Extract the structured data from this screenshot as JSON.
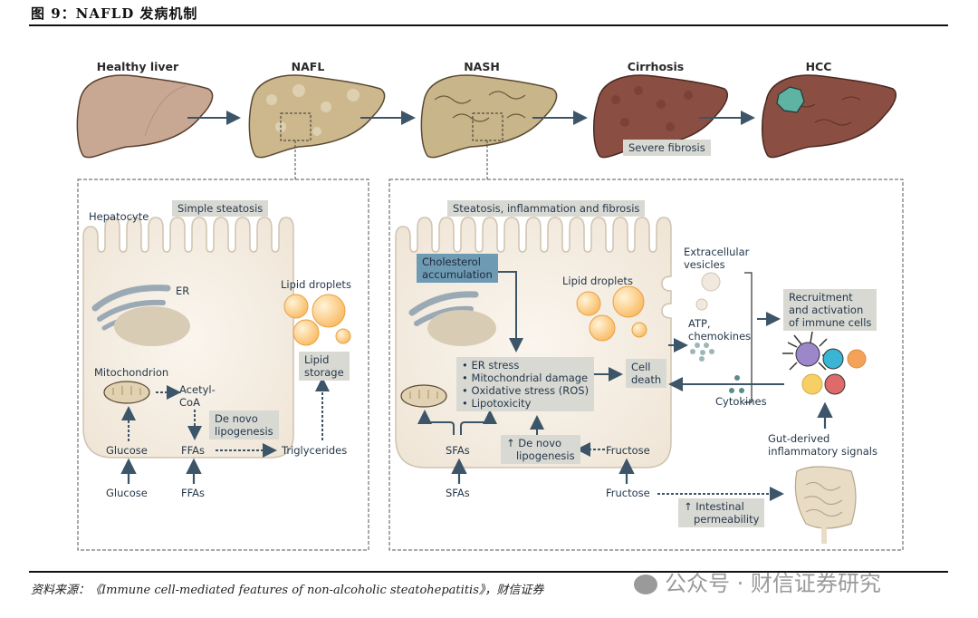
{
  "figure": {
    "title": "图 9：NAFLD 发病机制",
    "source": "资料来源：《Immune cell-mediated features of non-alcoholic steatohepatitis》，财信证券",
    "watermark": "公众号 · 财信证券研究"
  },
  "stages": [
    {
      "label": "Healthy liver",
      "color": "#c9a893"
    },
    {
      "label": "NAFL",
      "color": "#cdb88e"
    },
    {
      "label": "NASH",
      "color": "#c9b58a"
    },
    {
      "label": "Cirrhosis",
      "color": "#8b4e43",
      "note": "Severe fibrosis"
    },
    {
      "label": "HCC",
      "color": "#8b4e43",
      "tumor_color": "#5fb3a3"
    }
  ],
  "nafl_panel": {
    "cell_label": "Hepatocyte",
    "header": "Simple steatosis",
    "er": "ER",
    "lipid_droplets": "Lipid droplets",
    "lipid_storage": "Lipid\nstorage",
    "mitochondrion": "Mitochondrion",
    "acetyl_coa": "Acetyl-\nCoA",
    "de_novo": "De novo\nlipogenesis",
    "glucose_in": "Glucose",
    "ffas_in": "FFAs",
    "triglycerides": "Triglycerides",
    "glucose_out": "Glucose",
    "ffas_out": "FFAs"
  },
  "nash_panel": {
    "header": "Steatosis, inflammation and fibrosis",
    "cholesterol": "Cholesterol\naccumulation",
    "lipid_droplets": "Lipid droplets",
    "stresses": [
      "• ER stress",
      "• Mitochondrial damage",
      "• Oxidative stress (ROS)",
      "• Lipotoxicity"
    ],
    "cell_death": "Cell\ndeath",
    "sfas_in": "SFAs",
    "sfas_out": "SFAs",
    "de_novo": "↑ De novo\n   lipogenesis",
    "fructose_in": "Fructose",
    "fructose_out": "Fructose",
    "extracellular_vesicles": "Extracellular\nvesicles",
    "atp_chemokines": "ATP,\nchemokines",
    "recruitment": "Recruitment\nand activation\nof immune cells",
    "cytokines": "Cytokines",
    "gut_signals": "Gut-derived\ninflammatory signals",
    "intestinal": "↑ Intestinal\n   permeability"
  },
  "colors": {
    "arrow": "#3c5568",
    "cell_fill": "#f1e9dd",
    "cell_stroke": "#cfc3b0",
    "box": "#d9d9d4",
    "highlight_box": "#6f9ab4",
    "er": "#9aa9b4",
    "nucleus": "#d9ccb5",
    "lipid": "#fbc473"
  }
}
